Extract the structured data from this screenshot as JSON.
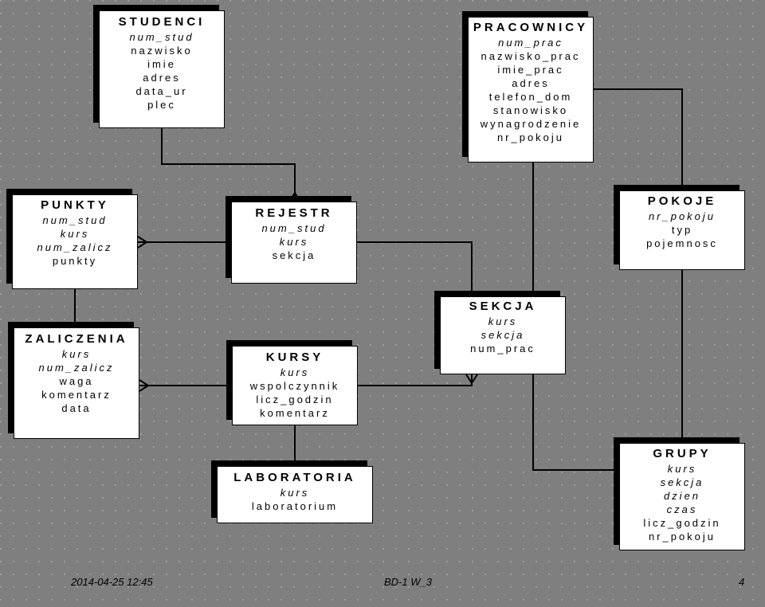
{
  "entities": [
    {
      "id": "studenci",
      "name": "STUDENCI",
      "attrs": [
        {
          "text": "num_stud",
          "key": true
        },
        {
          "text": "nazwisko",
          "key": false
        },
        {
          "text": "imie",
          "key": false
        },
        {
          "text": "adres",
          "key": false
        },
        {
          "text": "data_ur",
          "key": false
        },
        {
          "text": "plec",
          "key": false
        }
      ]
    },
    {
      "id": "pracownicy",
      "name": "PRACOWNICY",
      "attrs": [
        {
          "text": "num_prac",
          "key": true
        },
        {
          "text": "nazwisko_prac",
          "key": false
        },
        {
          "text": "imie_prac",
          "key": false
        },
        {
          "text": "adres",
          "key": false
        },
        {
          "text": "telefon_dom",
          "key": false
        },
        {
          "text": "stanowisko",
          "key": false
        },
        {
          "text": "wynagrodzenie",
          "key": false
        },
        {
          "text": "nr_pokoju",
          "key": false
        }
      ]
    },
    {
      "id": "punkty",
      "name": "PUNKTY",
      "attrs": [
        {
          "text": "num_stud",
          "key": true
        },
        {
          "text": "kurs",
          "key": true
        },
        {
          "text": "num_zalicz",
          "key": true
        },
        {
          "text": "punkty",
          "key": false
        }
      ]
    },
    {
      "id": "rejestr",
      "name": "REJESTR",
      "attrs": [
        {
          "text": "num_stud",
          "key": true
        },
        {
          "text": "kurs",
          "key": true
        },
        {
          "text": "sekcja",
          "key": false
        }
      ]
    },
    {
      "id": "pokoje",
      "name": "POKOJE",
      "attrs": [
        {
          "text": "nr_pokoju",
          "key": true
        },
        {
          "text": "typ",
          "key": false
        },
        {
          "text": "pojemnosc",
          "key": false
        }
      ]
    },
    {
      "id": "zaliczenia",
      "name": "ZALICZENIA",
      "attrs": [
        {
          "text": "kurs",
          "key": true
        },
        {
          "text": "num_zalicz",
          "key": true
        },
        {
          "text": "waga",
          "key": false
        },
        {
          "text": "komentarz",
          "key": false
        },
        {
          "text": "data",
          "key": false
        }
      ]
    },
    {
      "id": "kursy",
      "name": "KURSY",
      "attrs": [
        {
          "text": "kurs",
          "key": true
        },
        {
          "text": "wspolczynnik",
          "key": false
        },
        {
          "text": "licz_godzin",
          "key": false
        },
        {
          "text": "komentarz",
          "key": false
        }
      ]
    },
    {
      "id": "sekcja",
      "name": "SEKCJA",
      "attrs": [
        {
          "text": "kurs",
          "key": true
        },
        {
          "text": "sekcja",
          "key": true
        },
        {
          "text": "num_prac",
          "key": false
        }
      ]
    },
    {
      "id": "laboratoria",
      "name": "LABORATORIA",
      "attrs": [
        {
          "text": "kurs",
          "key": true
        },
        {
          "text": "laboratorium",
          "key": false
        }
      ]
    },
    {
      "id": "grupy",
      "name": "GRUPY",
      "attrs": [
        {
          "text": "kurs",
          "key": true
        },
        {
          "text": "sekcja",
          "key": true
        },
        {
          "text": "dzien",
          "key": true
        },
        {
          "text": "czas",
          "key": true
        },
        {
          "text": "licz_godzin",
          "key": false
        },
        {
          "text": "nr_pokoju",
          "key": false
        }
      ]
    }
  ],
  "relationships": [
    {
      "id": "studenci-rejestr",
      "from": "studenci",
      "to": "rejestr",
      "many_end": "rejestr"
    },
    {
      "id": "rejestr-punkty",
      "from": "rejestr",
      "to": "punkty",
      "many_end": "punkty"
    },
    {
      "id": "rejestr-sekcja",
      "from": "sekcja",
      "to": "rejestr",
      "many_end": "rejestr"
    },
    {
      "id": "pracownicy-sekcja",
      "from": "pracownicy",
      "to": "sekcja",
      "many_end": "sekcja"
    },
    {
      "id": "pokoje-pracownicy",
      "from": "pokoje",
      "to": "pracownicy",
      "many_end": "pracownicy"
    },
    {
      "id": "punkty-zaliczenia",
      "from": "zaliczenia",
      "to": "punkty",
      "many_end": "punkty"
    },
    {
      "id": "kursy-zaliczenia",
      "from": "kursy",
      "to": "zaliczenia",
      "many_end": "zaliczenia"
    },
    {
      "id": "kursy-sekcja",
      "from": "kursy",
      "to": "sekcja",
      "many_end": "sekcja"
    },
    {
      "id": "kursy-laboratoria",
      "from": "laboratoria",
      "to": "kursy",
      "many_end": "kursy"
    },
    {
      "id": "sekcja-grupy",
      "from": "sekcja",
      "to": "grupy",
      "many_end": "grupy"
    },
    {
      "id": "pokoje-grupy",
      "from": "pokoje",
      "to": "grupy",
      "many_end": "grupy"
    }
  ],
  "footer": {
    "date": "2014-04-25 12:45",
    "code": "BD-1 W_3",
    "page": "4"
  },
  "colors": {
    "background": "#7f7f7f",
    "box": "#ffffff",
    "shadow": "#000000",
    "line": "#000000"
  }
}
